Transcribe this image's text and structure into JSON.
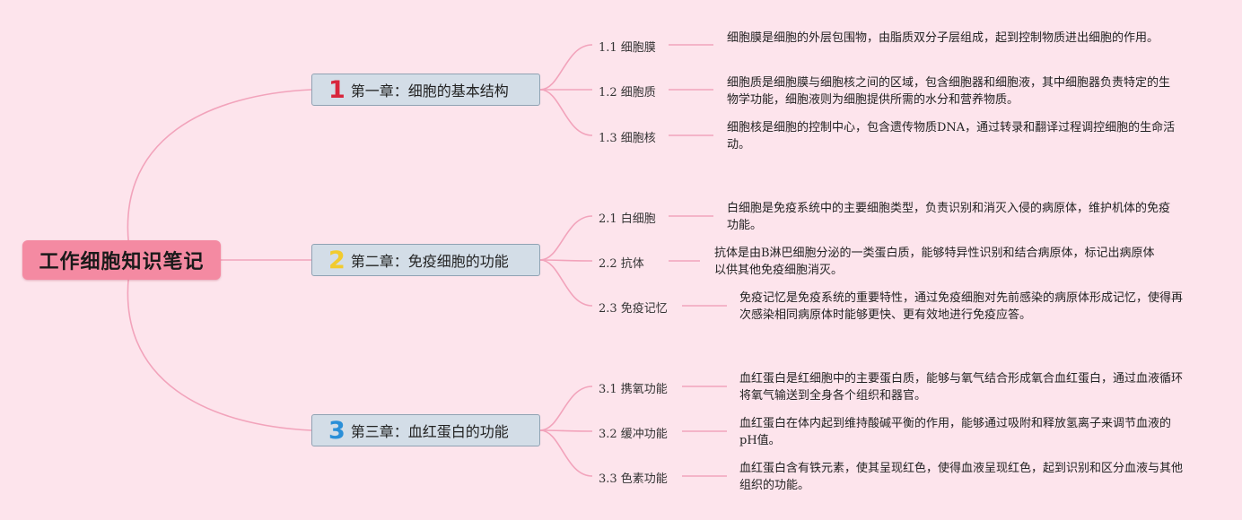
{
  "colors": {
    "background": "#fde4ec",
    "line": "#f2a3bb",
    "root": "#f48aa2",
    "chapter_fill": "#d3dde7",
    "chapter_border": "#8fa2b3"
  },
  "root": {
    "title": "工作细胞知识笔记"
  },
  "chapters": [
    {
      "number": "1",
      "number_color": "#d8263c",
      "title": "第一章：细胞的基本结构",
      "items": [
        {
          "label": "1.1 细胞膜",
          "desc": "细胞膜是细胞的外层包围物，由脂质双分子层组成，起到控制物质进出细胞的作用。"
        },
        {
          "label": "1.2 细胞质",
          "desc": "细胞质是细胞膜与细胞核之间的区域，包含细胞器和细胞液，其中细胞器负责特定的生物学功能，细胞液则为细胞提供所需的水分和营养物质。"
        },
        {
          "label": "1.3 细胞核",
          "desc": "细胞核是细胞的控制中心，包含遗传物质DNA，通过转录和翻译过程调控细胞的生命活动。"
        }
      ]
    },
    {
      "number": "2",
      "number_color": "#f2cb2e",
      "title": "第二章：免疫细胞的功能",
      "items": [
        {
          "label": "2.1 白细胞",
          "desc": "白细胞是免疫系统中的主要细胞类型，负责识别和消灭入侵的病原体，维护机体的免疫功能。"
        },
        {
          "label": "2.2 抗体",
          "desc": "抗体是由B淋巴细胞分泌的一类蛋白质，能够特异性识别和结合病原体，标记出病原体以供其他免疫细胞消灭。"
        },
        {
          "label": "2.3 免疫记忆",
          "desc": "免疫记忆是免疫系统的重要特性，通过免疫细胞对先前感染的病原体形成记忆，使得再次感染相同病原体时能够更快、更有效地进行免疫应答。"
        }
      ]
    },
    {
      "number": "3",
      "number_color": "#2a8fd8",
      "title": "第三章：血红蛋白的功能",
      "items": [
        {
          "label": "3.1 携氧功能",
          "desc": "血红蛋白是红细胞中的主要蛋白质，能够与氧气结合形成氧合血红蛋白，通过血液循环将氧气输送到全身各个组织和器官。"
        },
        {
          "label": "3.2 缓冲功能",
          "desc": "血红蛋白在体内起到维持酸碱平衡的作用，能够通过吸附和释放氢离子来调节血液的pH值。"
        },
        {
          "label": "3.3 色素功能",
          "desc": "血红蛋白含有铁元素，使其呈现红色，使得血液呈现红色，起到识别和区分血液与其他组织的功能。"
        }
      ]
    }
  ]
}
